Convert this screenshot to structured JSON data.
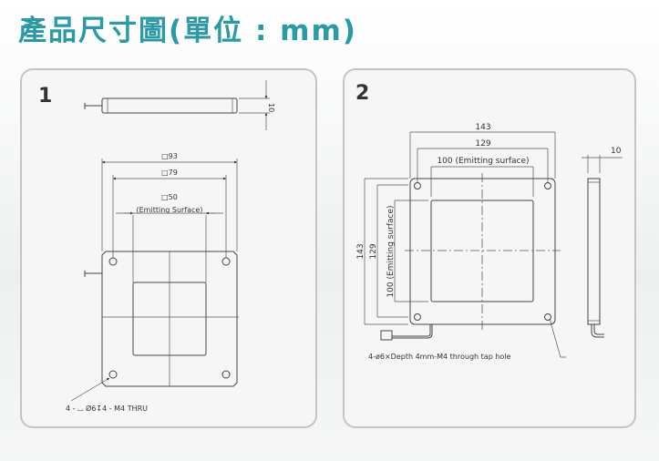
{
  "title": "產品尺寸圖(單位 : mm)",
  "colors": {
    "title": "#2a9aa5",
    "panel_bg": "#f6f6f6",
    "panel_border": "#c4c4c4"
  },
  "panel1": {
    "number": "1",
    "thickness": "10",
    "dim_outer": "□93",
    "dim_holes": "□79",
    "dim_emitting": "□50",
    "emitting_label": "(Emitting Surface)",
    "hole_note": "4 - ⌴ Ø6↧4 - M4 THRU"
  },
  "panel2": {
    "number": "2",
    "dim_outer_h": "143",
    "dim_holes_h": "129",
    "dim_emitting_h": "100 (Emitting surface)",
    "dim_outer_v": "143",
    "dim_holes_v": "129",
    "dim_emitting_v": "100 (Emitting surface)",
    "thickness": "10",
    "hole_note": "4-ø6×Depth 4mm-M4 through tap hole"
  }
}
